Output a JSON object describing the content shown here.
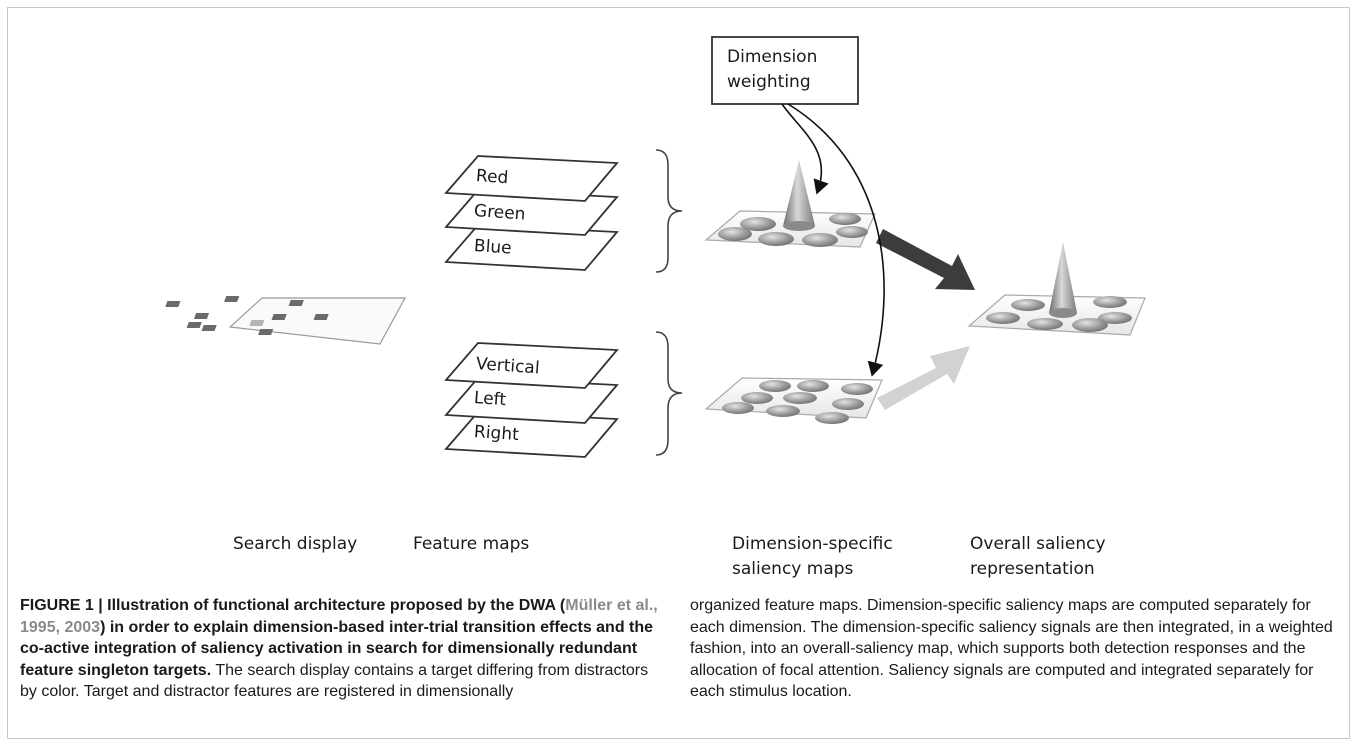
{
  "diagram": {
    "weighting_box": {
      "line1": "Dimension",
      "line2": "weighting"
    },
    "color_maps": [
      "Red",
      "Green",
      "Blue"
    ],
    "orientation_maps": [
      "Vertical",
      "Left",
      "Right"
    ],
    "column_labels": {
      "search_display": "Search display",
      "feature_maps": "Feature maps",
      "dimension_specific_line1": "Dimension-specific",
      "dimension_specific_line2": "saliency maps",
      "overall_line1": "Overall saliency",
      "overall_line2": "representation"
    },
    "colors": {
      "strong_arrow": "#3c3c3c",
      "weak_arrow": "#d2d2d2",
      "cone": "#9a9a9a"
    }
  },
  "caption": {
    "title_pre": "FIGURE 1 | Illustration of functional architecture proposed by the DWA (",
    "citation": "Müller et al., 1995, 2003",
    "title_post": ") in order to explain dimension-based inter-trial transition effects and the co-active integration of saliency activation in search for dimensionally redundant feature singleton targets.",
    "body_left": " The search display contains a target differing from distractors by color. Target and distractor features are registered in dimensionally",
    "body_right": "organized feature maps. Dimension-specific saliency maps are computed separately for each dimension. The dimension-specific saliency signals are then integrated, in a weighted fashion, into an overall-saliency map, which supports both detection responses and the allocation of focal attention. Saliency signals are computed and integrated separately for each stimulus location."
  }
}
